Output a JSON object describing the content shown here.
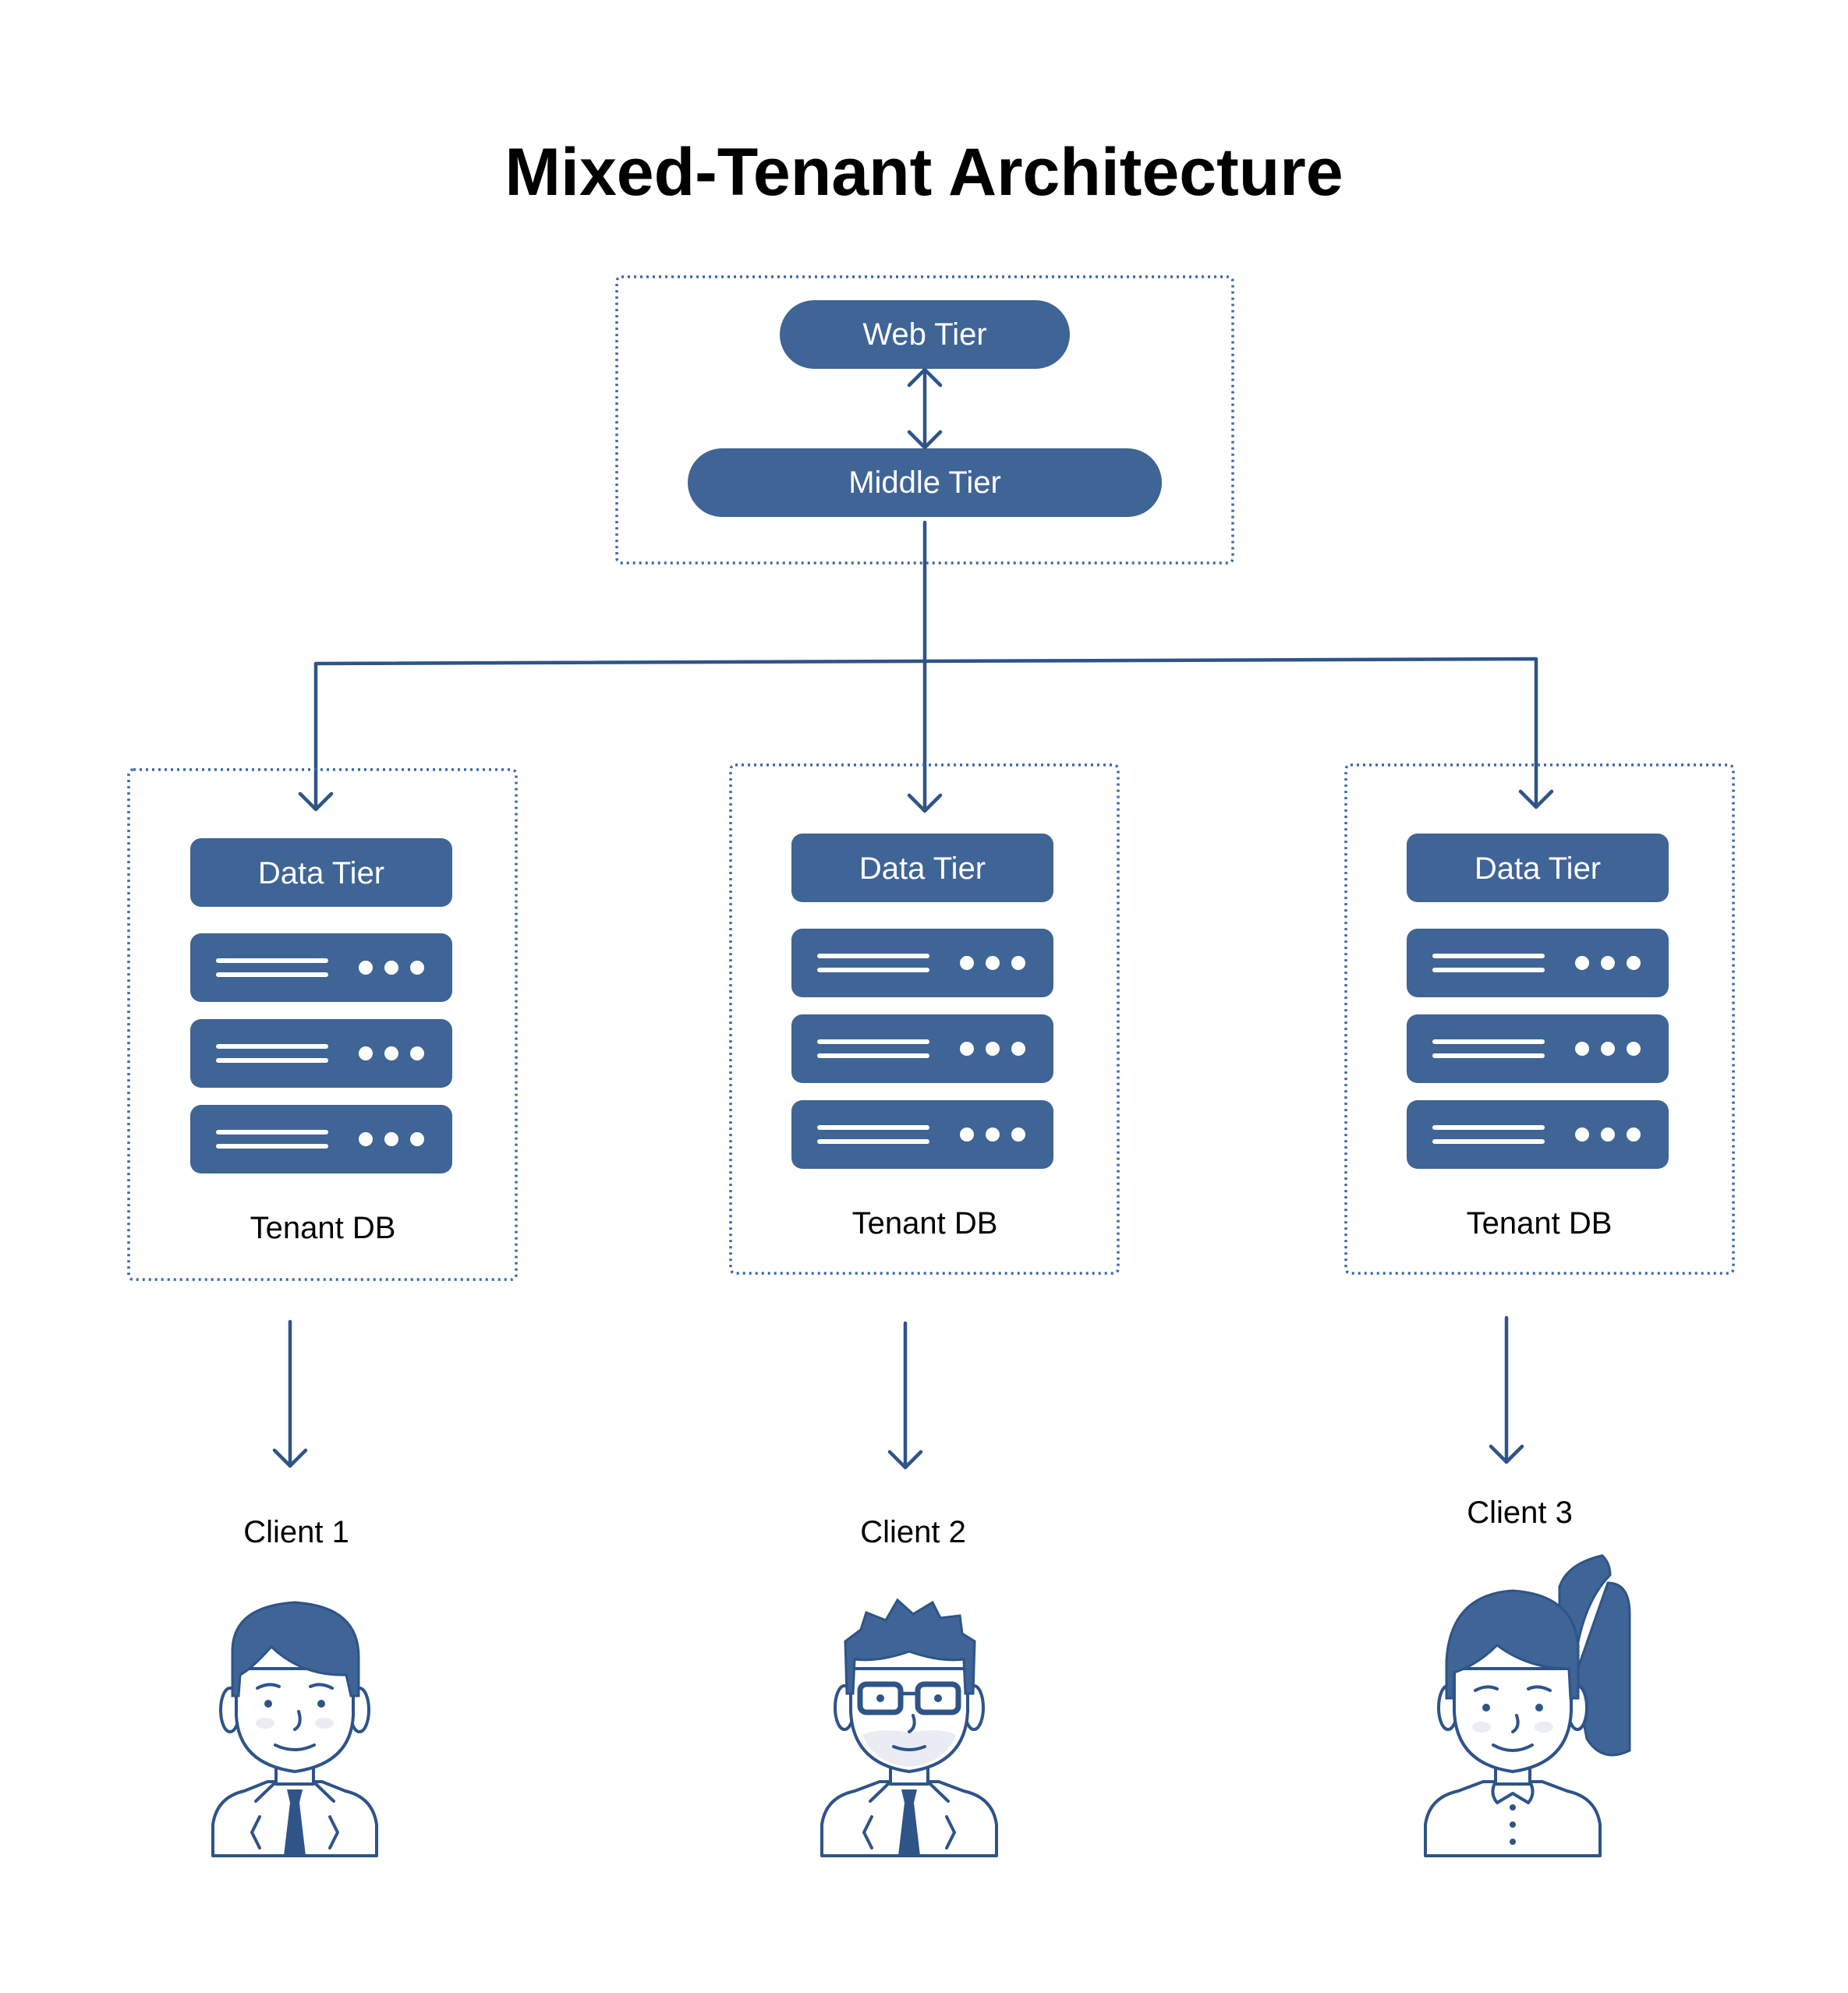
{
  "title": "Mixed-Tenant Architecture",
  "app_tier": {
    "web_tier": "Web Tier",
    "middle_tier": "Middle Tier"
  },
  "tenants": [
    {
      "data_tier": "Data Tier",
      "db_label": "Tenant DB",
      "client": "Client 1"
    },
    {
      "data_tier": "Data Tier",
      "db_label": "Tenant DB",
      "client": "Client 2"
    },
    {
      "data_tier": "Data Tier",
      "db_label": "Tenant DB",
      "client": "Client 3"
    }
  ],
  "colors": {
    "accent": "#3f6496",
    "line": "#2e5488",
    "text": "#000000",
    "background": "#ffffff"
  },
  "icons": [
    "server-rack-icon",
    "male-avatar-icon",
    "male-glasses-avatar-icon",
    "female-avatar-icon",
    "arrow-down-icon",
    "double-arrow-icon"
  ]
}
